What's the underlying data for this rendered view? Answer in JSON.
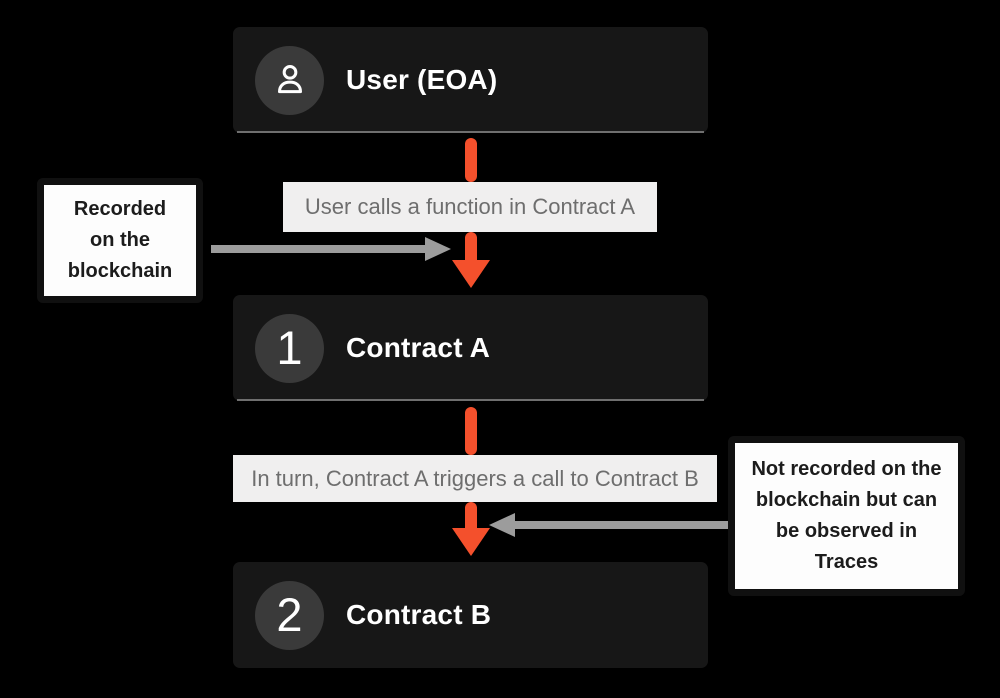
{
  "colors": {
    "background": "#000000",
    "node_bg": "#171717",
    "badge_bg": "#3a3a3a",
    "accent_red": "#f4502c",
    "arrow_gray": "#9c9c9c",
    "label_bg": "#f0efef",
    "label_text": "#6e6e6e"
  },
  "nodes": {
    "user": {
      "title": "User (EOA)",
      "icon": "user-icon"
    },
    "contract_a": {
      "title": "Contract A",
      "badge": "1"
    },
    "contract_b": {
      "title": "Contract B",
      "badge": "2"
    }
  },
  "edge_labels": {
    "user_to_a": "User calls a function in Contract A",
    "a_to_b": "In turn, Contract A triggers a call to Contract B"
  },
  "annotations": {
    "recorded": {
      "lines": [
        "Recorded",
        "on the",
        "blockchain"
      ]
    },
    "not_recorded": {
      "lines": [
        "Not recorded on the",
        "blockchain but can",
        "be observed in",
        "Traces"
      ]
    }
  }
}
